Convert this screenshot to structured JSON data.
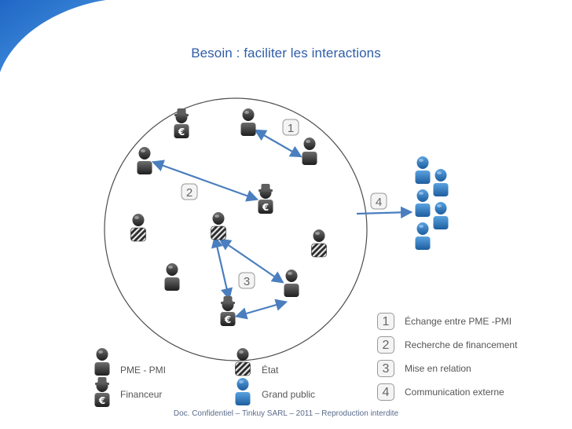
{
  "slide": {
    "title": "Besoin : faciliter les interactions",
    "footer": "Doc. Confidentiel – Tinkuy SARL – 2011 – Reproduction interdite"
  },
  "diagram": {
    "interaction_labels": [
      "1",
      "2",
      "3",
      "4"
    ]
  },
  "steps": [
    {
      "num": "1",
      "label": "Échange entre PME -PMI"
    },
    {
      "num": "2",
      "label": "Recherche de financement"
    },
    {
      "num": "3",
      "label": "Mise en relation"
    },
    {
      "num": "4",
      "label": "Communication externe"
    }
  ],
  "legend": {
    "pme": "PME - PMI",
    "financeur": "Financeur",
    "etat": "État",
    "grand_public": "Grand public"
  },
  "colors": {
    "accent": "#2f5da8",
    "arrow": "#4a7ebf",
    "person_dark": "#3a3a3a",
    "grand_public": "#2f6fb0"
  },
  "icons": {
    "pme": "person-icon",
    "financeur": "financier-hat-euro-icon",
    "etat": "state-striped-icon",
    "grand_public": "public-blue-person-icon"
  }
}
